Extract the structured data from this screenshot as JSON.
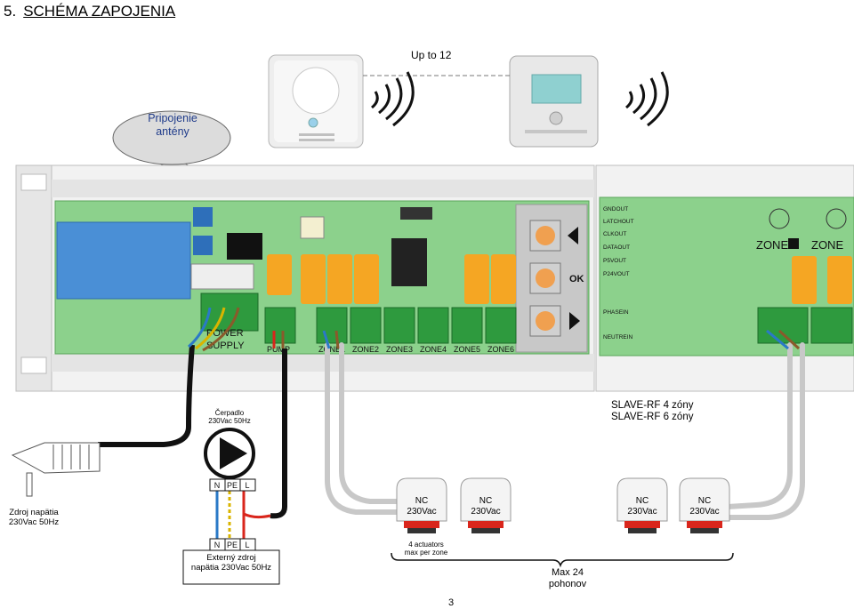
{
  "heading": {
    "number": "5.",
    "title": "SCHÉMA ZAPOJENIA"
  },
  "range_label": "Up to 12",
  "antenna_note": [
    "Pripojenie",
    "antény"
  ],
  "controller": {
    "power_label": [
      "POWER",
      "SUPPLY"
    ],
    "zones": [
      "ZONE1",
      "ZONE2",
      "ZONE3",
      "ZONE4",
      "ZONE5",
      "ZONE6"
    ],
    "pump_terminal": "PUMP",
    "ok_label": "OK"
  },
  "slave": {
    "terminals": [
      "GNDOUT",
      "LATCHOUT",
      "CLKOUT",
      "DATAOUT",
      "P5VOUT",
      "P24VOUT",
      "PHASEIN",
      "NEUTREIN"
    ],
    "zone_labels": [
      "ZONE",
      "ZONE"
    ],
    "header": [
      "SLAVE-RF 4 zóny",
      "SLAVE-RF 6 zóny"
    ]
  },
  "pump": {
    "label": [
      "Čerpadlo",
      "230Vac 50Hz"
    ]
  },
  "mains": {
    "label": [
      "Zdroj napätia",
      "230Vac 50Hz"
    ]
  },
  "terminal_block": [
    "N",
    "PE",
    "L"
  ],
  "ext_source": {
    "label": [
      "Externý zdroj",
      "napätia 230Vac 50Hz"
    ]
  },
  "actuators": [
    {
      "type": "NC",
      "voltage": "230Vac"
    },
    {
      "type": "NC",
      "voltage": "230Vac"
    },
    {
      "type": "NC",
      "voltage": "230Vac"
    },
    {
      "type": "NC",
      "voltage": "230Vac"
    }
  ],
  "actuator_note": [
    "4 actuators",
    "max per zone"
  ],
  "max_note": [
    "Max 24",
    "pohonov"
  ],
  "page_number": "3",
  "colors": {
    "board_green": "#8cd18c",
    "relay_orange": "#f5a623",
    "terminal_green": "#2e9a3e",
    "wire_gray": "#c8c8c8",
    "wire_blue": "#2a79c7",
    "wire_red": "#d9261c",
    "accent_text": "#1f3b8a"
  }
}
